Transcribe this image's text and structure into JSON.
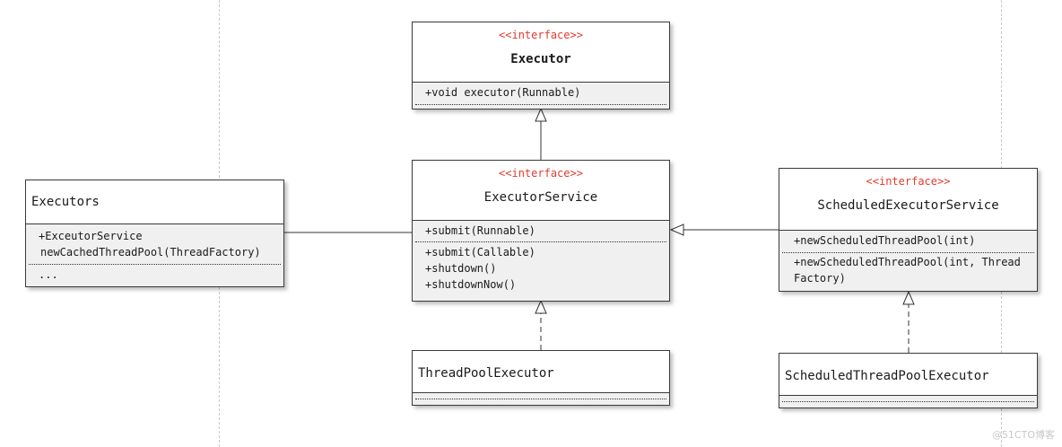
{
  "executor": {
    "stereotype": "<<interface>>",
    "name": "Executor",
    "methods": [
      "+void executor(Runnable)"
    ]
  },
  "executor_service": {
    "stereotype": "<<interface>>",
    "name": "ExecutorService",
    "methods_a": [
      "+submit(Runnable)"
    ],
    "methods_b": [
      "+submit(Callable)",
      "+shutdown()",
      "+shutdownNow()"
    ]
  },
  "executors": {
    "name": "Executors",
    "methods": [
      "+ExceutorService",
      "newCachedThreadPool(ThreadFactory)"
    ],
    "more": "..."
  },
  "scheduled_executor_service": {
    "stereotype": "<<interface>>",
    "name": "ScheduledExecutorService",
    "methods_a": [
      "+newScheduledThreadPool(int)"
    ],
    "methods_b": [
      "+newScheduledThreadPool(int, Thread",
      "Factory)"
    ]
  },
  "thread_pool_executor": {
    "name": "ThreadPoolExecutor"
  },
  "scheduled_thread_pool_executor": {
    "name": "ScheduledThreadPoolExecutor"
  },
  "watermark": "@51CTO博客",
  "colors": {
    "stereotype": "#e23a2e",
    "compartment": "#f0f0f0",
    "border": "#3a3a3a"
  }
}
